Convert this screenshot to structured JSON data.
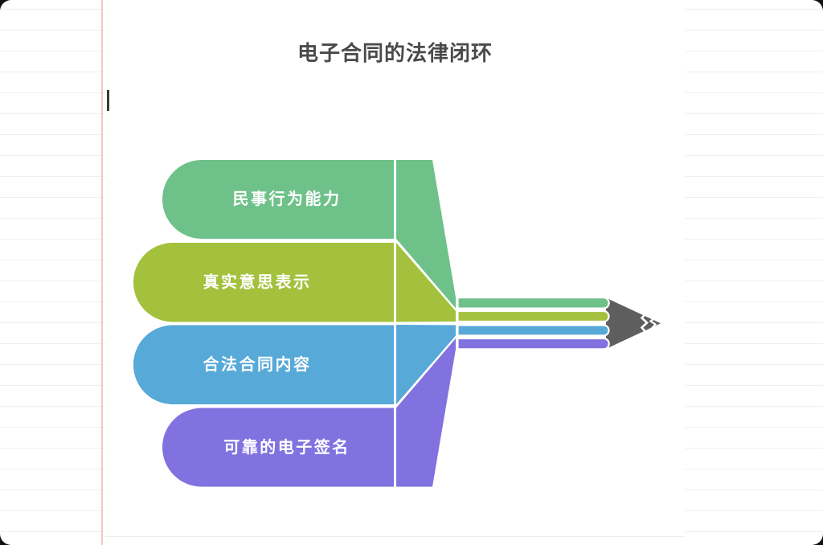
{
  "canvas": {
    "title": {
      "text": "电子合同的法律闭环",
      "color": "#4a4a4a"
    },
    "diagram": {
      "type": "pencil-convergence-diagram",
      "items": [
        {
          "label": "民事行为能力",
          "color": "#6ec189"
        },
        {
          "label": "真实意思表示",
          "color": "#a3c13d"
        },
        {
          "label": "合法合同内容",
          "color": "#57a9d8"
        },
        {
          "label": "可靠的电子签名",
          "color": "#8172e0"
        }
      ],
      "label_text_color": "#ffffff",
      "pencil_tip_color": "#5e5e5e"
    }
  },
  "background": {
    "paper_line_color": "#f3eeee",
    "margin_line_color": "#f2c9c4",
    "canvas_color": "#ffffff"
  }
}
